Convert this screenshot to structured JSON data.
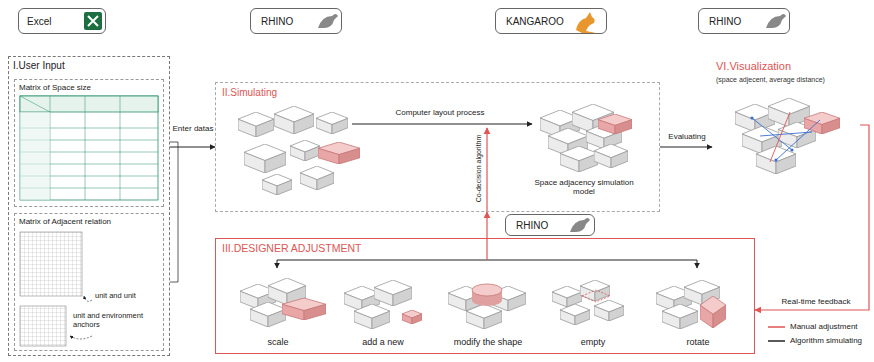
{
  "diagram": {
    "nodes": [
      {
        "text": [
          "Excel"
        ]
      },
      {
        "text": [
          "RHINO"
        ]
      },
      {
        "text": [
          "KANGAROO"
        ]
      },
      {
        "text": [
          "RHINO"
        ]
      },
      {
        "text": [
          "I.User Input"
        ]
      },
      {
        "text": [
          "Matrix of Space size"
        ],
        "in": 4
      },
      {
        "text": [
          "Matrix of Adjacent relation",
          "unit and unit",
          "unit and environment anchors"
        ],
        "in": 4
      },
      {
        "text": [
          "II.Simulating"
        ]
      },
      {
        "text": [
          "VI.Visualization",
          "(space adjecent, average distance)"
        ]
      },
      {
        "text": [
          "RHINO"
        ]
      },
      {
        "text": [
          "III.DESIGNER ADJUSTMENT"
        ]
      },
      {
        "text": [
          "scale"
        ],
        "in": 10
      },
      {
        "text": [
          "add a new"
        ],
        "in": 10
      },
      {
        "text": [
          "modify the shape"
        ],
        "in": 10
      },
      {
        "text": [
          "empty"
        ],
        "in": 10
      },
      {
        "text": [
          "rotate"
        ],
        "in": 10
      }
    ],
    "edges": [
      {
        "from": 4,
        "to": 7,
        "label": "Enter datas",
        "arrow": "to"
      },
      {
        "from": 7,
        "to": 8,
        "label": "Evaluating",
        "arrow": "to"
      },
      {
        "from": 8,
        "to": 10,
        "label": "Real-time feedback",
        "arrow": "to"
      },
      {
        "from": 10,
        "to": 7,
        "label": "Co-decision algorithm",
        "arrow": "to"
      }
    ],
    "labels": [
      "Computer layout process",
      "Space adjacency simulation model"
    ],
    "legend": [
      {
        "text": "Manual adjustment"
      },
      {
        "text": "Algorithm simulating"
      }
    ]
  }
}
